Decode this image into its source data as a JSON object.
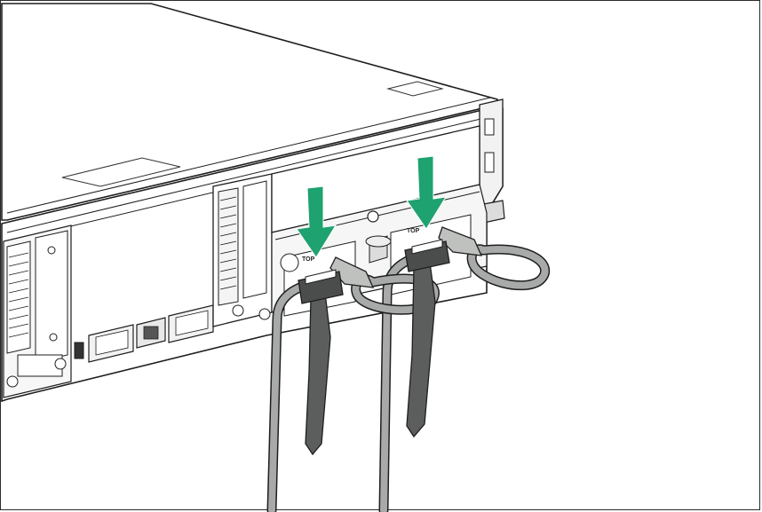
{
  "illustration": {
    "subject": "server-rear-power-cords-strain-relief",
    "colors": {
      "outline": "#1e1e1e",
      "panel": "#ffffff",
      "shade": "#e6e6e6",
      "cable_light": "#a7aaa8",
      "strap_dark": "#5b5e5d",
      "arrow": "#1ea26f"
    },
    "psu_labels": [
      "TOP",
      "TOP"
    ],
    "arrows": [
      {
        "name": "push-arrow-left",
        "direction": "down"
      },
      {
        "name": "push-arrow-right",
        "direction": "down"
      }
    ]
  }
}
